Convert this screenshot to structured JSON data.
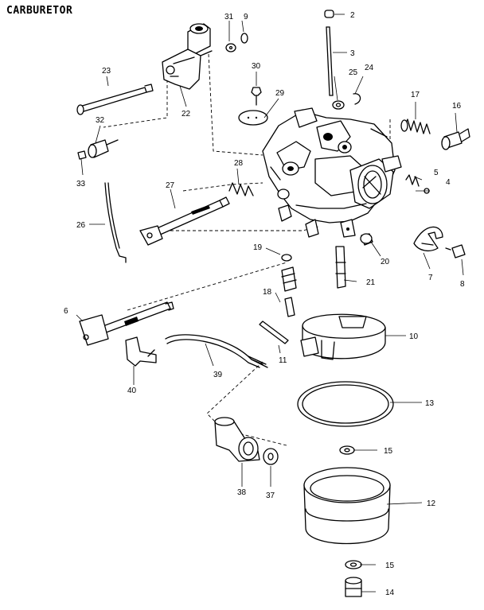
{
  "title": "CARBURETOR",
  "callouts": {
    "c2": "2",
    "c3": "3",
    "c4": "4",
    "c5": "5",
    "c6": "6",
    "c7": "7",
    "c8": "8",
    "c9": "9",
    "c10": "10",
    "c11": "11",
    "c12": "12",
    "c13": "13",
    "c14": "14",
    "c15a": "15",
    "c15b": "15",
    "c16": "16",
    "c17": "17",
    "c18": "18",
    "c19": "19",
    "c20": "20",
    "c21": "21",
    "c22": "22",
    "c23": "23",
    "c24": "24",
    "c25": "25",
    "c26": "26",
    "c27": "27",
    "c28": "28",
    "c29": "29",
    "c30": "30",
    "c31": "31",
    "c32": "32",
    "c33": "33",
    "c37": "37",
    "c38": "38",
    "c39": "39",
    "c40": "40"
  }
}
